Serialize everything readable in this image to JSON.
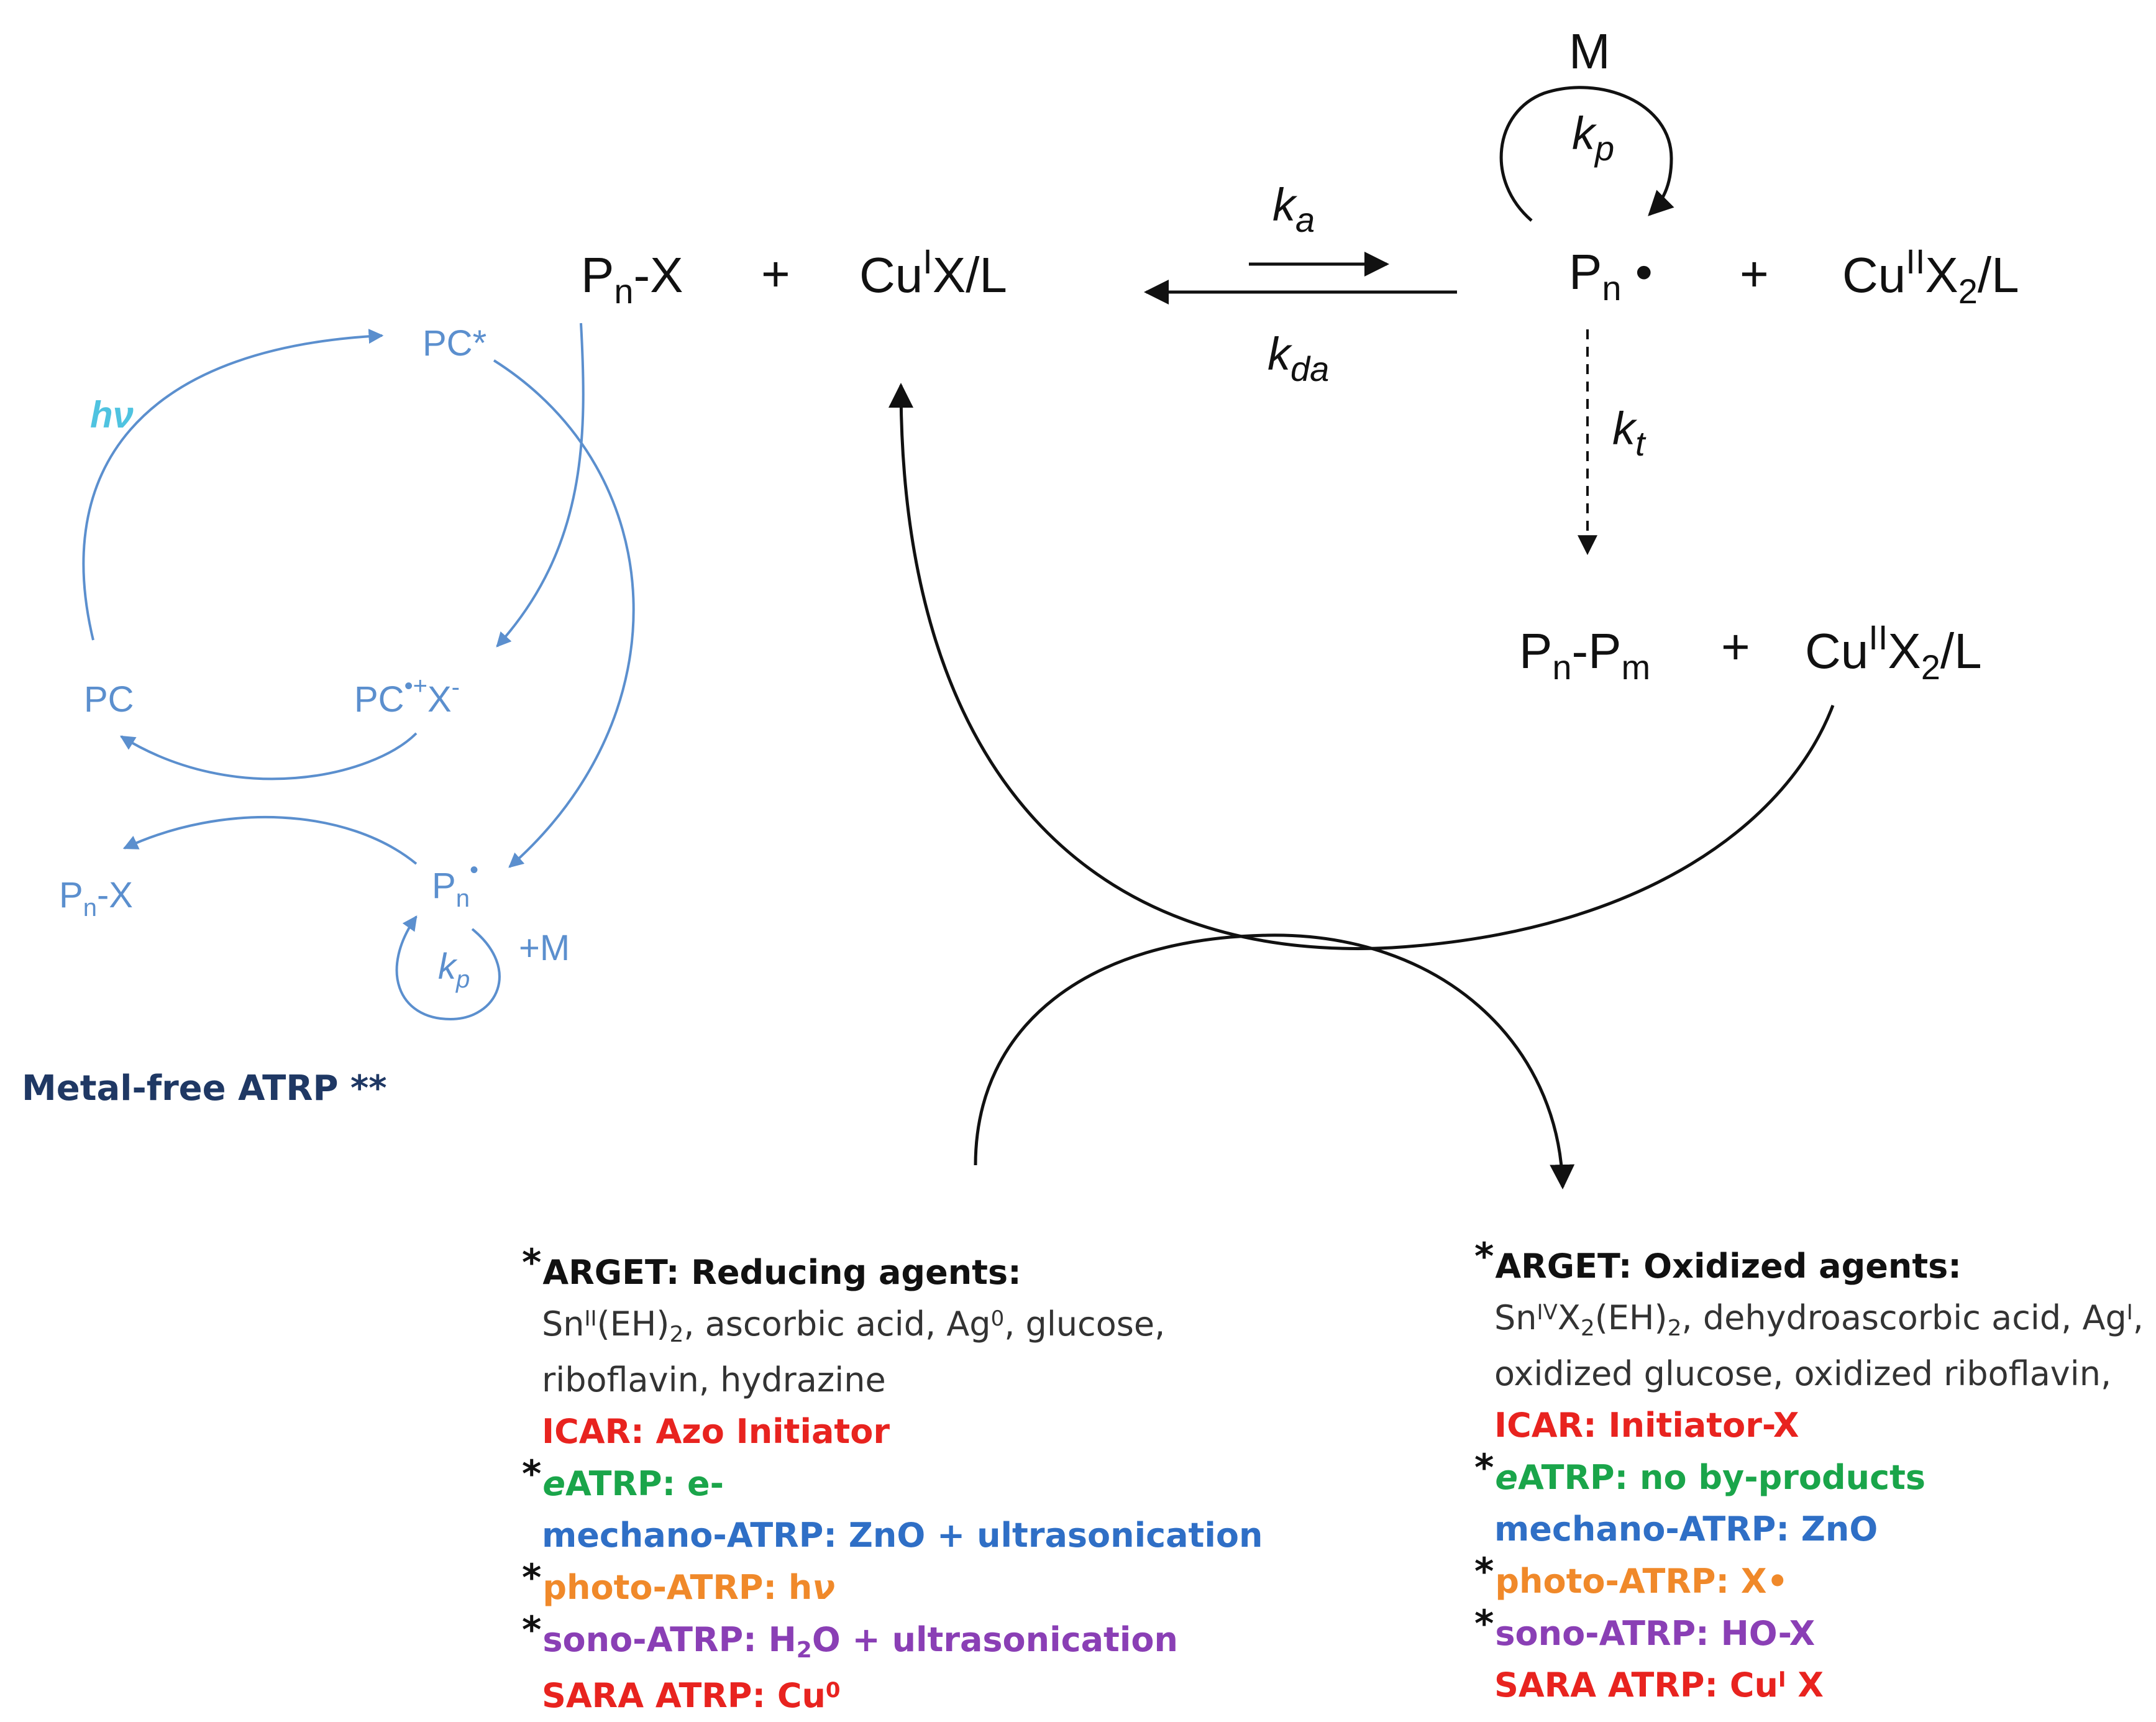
{
  "mechanism": {
    "reactant_1": "Pn-X",
    "plus_1": "+",
    "reactant_2": "CuIX/L",
    "k_a": "ka",
    "k_da": "kda",
    "product_1": "Pn•",
    "plus_2": "+",
    "product_2": "CuIIX2/L",
    "monomer": "M",
    "k_p": "kp",
    "k_t": "kt",
    "termination_1": "Pn-Pm",
    "plus_3": "+",
    "termination_2": "CuIIX2/L"
  },
  "metal_free": {
    "pc_excited": "PC*",
    "hv": "hν",
    "pc": "PC",
    "pc_radical_cation": "PC•+X-",
    "pn_x": "Pn-X",
    "pn_radical": "Pn•",
    "k_p": "kp",
    "plus_m": "+M",
    "title": "Metal-free ATRP **"
  },
  "reducing_panel": {
    "heading": "ARGET: Reducing agents:",
    "line1": "SnII(EH)2, ascorbic acid, Ag0, glucose,",
    "line2": "riboflavin, hydrazine",
    "icar": "ICAR: Azo Initiator",
    "eatrp": "eATRP: e-",
    "mechano": "mechano-ATRP: ZnO + ultrasonication",
    "photo": "photo-ATRP: hν",
    "sono": "sono-ATRP: H2O + ultrasonication",
    "sara": "SARA ATRP: Cu0"
  },
  "oxidized_panel": {
    "heading": "ARGET: Oxidized agents:",
    "line1": "SnIVX2(EH)2, dehydroascorbic acid, AgI,",
    "line2": "oxidized glucose, oxidized riboflavin,",
    "icar": "ICAR: Initiator-X",
    "eatrp": "eATRP: no by-products",
    "mechano": "mechano-ATRP: ZnO",
    "photo": "photo-ATRP: X•",
    "sono": "sono-ATRP: HO-X",
    "sara": "SARA ATRP: CuI X"
  },
  "colors": {
    "metal_free_blue": "#5b8fce",
    "hv_cyan": "#4fc3e0",
    "title_navy": "#1f3864",
    "icar_red": "#e8231f",
    "eatrp_green": "#1aa54a",
    "mechano_blue": "#2f6fc6",
    "photo_orange": "#f0892a",
    "sono_purple": "#8a3fb5"
  }
}
